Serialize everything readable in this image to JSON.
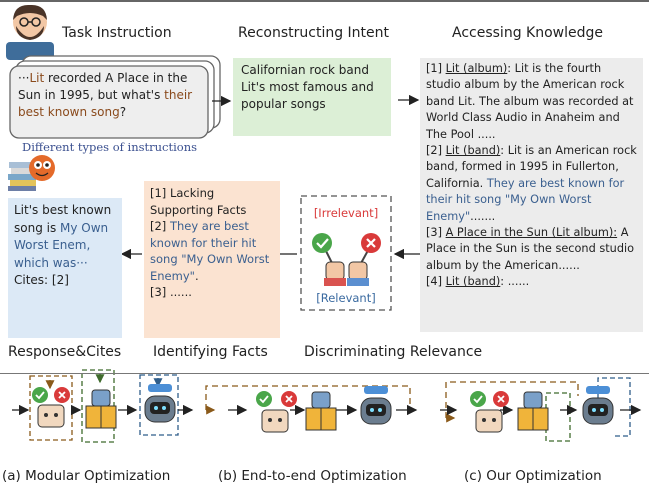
{
  "headers": {
    "task_instruction": "Task Instruction",
    "reconstructing_intent": "Reconstructing Intent",
    "accessing_knowledge": "Accessing Knowledge",
    "response_cites": "Response&Cites",
    "identifying_facts": "Identifying Facts",
    "discriminating_relevance": "Discriminating Relevance"
  },
  "instruction": {
    "part1": "···",
    "part2": "Lit",
    "part3": " recorded A Place in the Sun in 1995, but what's ",
    "part4": "their best known song",
    "part5": "?",
    "caption": "Different types of instructions"
  },
  "intent": {
    "text": "Californian rock band Lit's most famous and popular songs"
  },
  "knowledge": {
    "d1_tag": "[1] ",
    "d1_title": "Lit (album)",
    "d1_body": ": Lit is the fourth studio album by the American rock band Lit. The album was recorded at World Class Audio in Anaheim and The Pool .....",
    "d2_tag": "[2] ",
    "d2_title": "Lit (band)",
    "d2_body": ": Lit is an American rock band, formed in 1995 in Fullerton, California. ",
    "d2_highlight": "They are best known for their hit song \"My Own Worst Enemy\"",
    "d2_tail": ".......",
    "d3_tag": "[3] ",
    "d3_title": "A Place in the Sun (Lit album):",
    "d3_body": " A Place in the Sun is the second studio album by the American......",
    "d4_tag": "[4] ",
    "d4_title": "Lit (band)",
    "d4_body": ": ......"
  },
  "relevance": {
    "irrelevant": "[Irrelevant]",
    "relevant": "[Relevant]"
  },
  "facts": {
    "l1": "[1] Lacking Supporting Facts",
    "l2_tag": "[2] ",
    "l2_text": "They are best known for their hit song \"My Own Worst Enemy\"",
    "l2_tail": ".",
    "l3": "[3] ......"
  },
  "response": {
    "p1": "Lit's best known song is ",
    "p2": "My Own Worst Enem, which was···",
    "cites": "Cites: [2]"
  },
  "bottom_captions": {
    "a": "(a) Modular Optimization",
    "b": "(b) End-to-end Optimization",
    "c": "(c) Our Optimization"
  },
  "colors": {
    "intent_bg": "#dcefd6",
    "knowledge_bg": "#ececec",
    "facts_bg": "#fbe3d1",
    "response_bg": "#dce9f6",
    "loop_brown": "#8a5a1a",
    "loop_green": "#3f6b2c",
    "loop_blue": "#2f5d8a",
    "irrelevant_red": "#d93a3a",
    "relevant_blue": "#3a6aa0"
  },
  "icons": [
    "user-avatar-icon",
    "books-reader-icon",
    "judge-icon",
    "robot-icon",
    "reading-robot-icon",
    "chat-robot-icon"
  ]
}
